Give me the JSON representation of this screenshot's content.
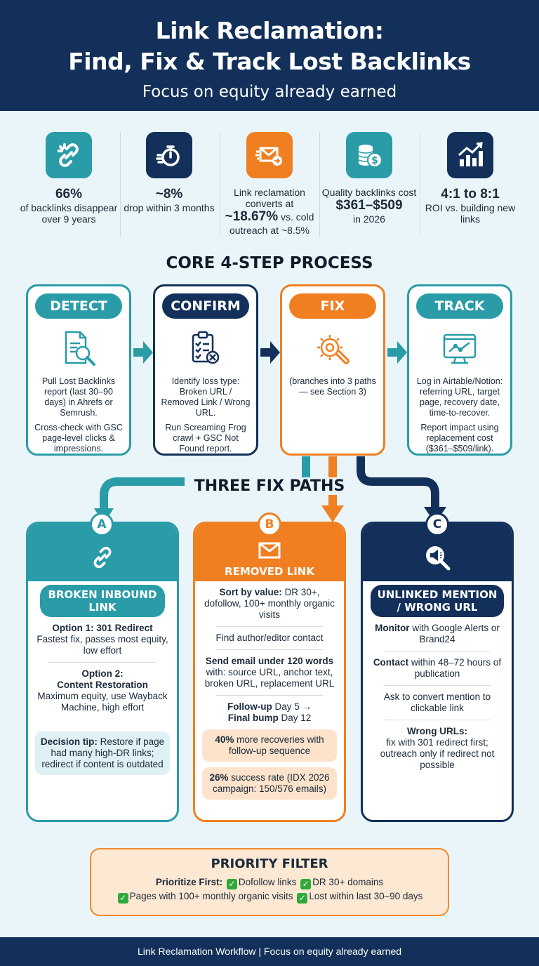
{
  "header": {
    "title_line1": "Link Reclamation:",
    "title_line2": "Find, Fix & Track Lost Backlinks",
    "subtitle": "Focus on equity already earned"
  },
  "stats": [
    {
      "icon": "broken-link-icon",
      "color": "#2a9ca8",
      "big": "66%",
      "text": "of backlinks disappear over 9 years"
    },
    {
      "icon": "stopwatch-icon",
      "color": "#12305a",
      "big": "~8%",
      "text": "drop within 3 months"
    },
    {
      "icon": "email-forward-icon",
      "color": "#f07f22",
      "text_pre": "Link reclamation converts at",
      "big": "~18.67%",
      "text_post": "vs. cold outreach at ~8.5%"
    },
    {
      "icon": "coins-dollar-icon",
      "color": "#2a9ca8",
      "text_pre": "Quality backlinks cost",
      "big": "$361–$509",
      "text_post": "in 2026"
    },
    {
      "icon": "growth-chart-icon",
      "color": "#12305a",
      "big": "4:1 to 8:1",
      "text": "ROI vs. building new links"
    }
  ],
  "process": {
    "title": "CORE 4-STEP PROCESS",
    "steps": [
      {
        "label": "DETECT",
        "color": "#2a9ca8",
        "icon": "document-search-icon",
        "p1": "Pull Lost Backlinks report (last 30–90 days) in Ahrefs or Semrush.",
        "p2": "Cross-check with GSC page-level clicks & impressions."
      },
      {
        "label": "CONFIRM",
        "color": "#12305a",
        "icon": "clipboard-check-icon",
        "p1": "Identify loss type: Broken URL / Removed Link / Wrong URL.",
        "p2": "Run Screaming Frog crawl + GSC Not Found report."
      },
      {
        "label": "FIX",
        "color": "#f07f22",
        "icon": "gear-wrench-icon",
        "p1": "(branches into 3 paths — see Section 3)",
        "p2": ""
      },
      {
        "label": "TRACK",
        "color": "#2a9ca8",
        "icon": "monitor-chart-icon",
        "p1": "Log in Airtable/Notion: referring URL, target page, recovery date, time-to-recover.",
        "p2": "Report impact using replacement cost ($361–$509/link)."
      }
    ]
  },
  "fix_paths": {
    "title": "THREE FIX PATHS",
    "a": {
      "letter": "A",
      "title": "BROKEN INBOUND LINK",
      "opt1_title": "Option 1: 301 Redirect",
      "opt1_text": "Fastest fix, passes most equity, low effort",
      "opt2_title": "Option 2:",
      "opt2_title2": "Content Restoration",
      "opt2_text": "Maximum equity, use Wayback Machine, high effort",
      "tip_bold": "Decision tip:",
      "tip_text": "Restore if page had many high-DR links; redirect if content is outdated"
    },
    "b": {
      "letter": "B",
      "title": "REMOVED LINK",
      "i1_bold": "Sort by value:",
      "i1_text": "DR 30+, dofollow, 100+ monthly organic visits",
      "i2_text": "Find author/editor contact",
      "i3_bold": "Send email under 120 words",
      "i3_text": "with: source URL, anchor text, broken URL, replacement URL",
      "i4_bold1": "Follow-up",
      "i4_text1": "Day 5 →",
      "i4_bold2": "Final bump",
      "i4_text2": "Day 12",
      "s1_bold": "40%",
      "s1_text": "more recoveries with follow-up sequence",
      "s2_bold": "26%",
      "s2_text": "success rate (IDX 2026 campaign: 150/576 emails)"
    },
    "c": {
      "letter": "C",
      "title": "UNLINKED MENTION / WRONG URL",
      "i1_bold": "Monitor",
      "i1_text": "with Google Alerts or Brand24",
      "i2_bold": "Contact",
      "i2_text": "within 48–72 hours of publication",
      "i3_text": "Ask to convert mention to clickable link",
      "i4_bold": "Wrong URLs:",
      "i4_text": "fix with 301 redirect first; outreach only if redirect not possible"
    }
  },
  "priority": {
    "title": "PRIORITY FILTER",
    "lead": "Prioritize First:",
    "items": [
      "Dofollow links",
      "DR 30+ domains",
      "Pages with 100+ monthly organic visits",
      "Lost within last 30–90 days"
    ]
  },
  "footer": {
    "text": "Link Reclamation Workflow | Focus on equity already earned"
  }
}
